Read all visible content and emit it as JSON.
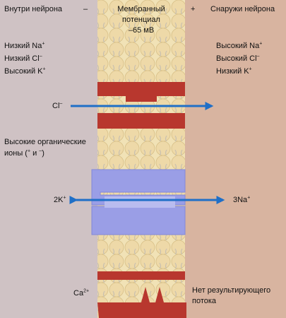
{
  "inside": {
    "title": "Внутри нейрона",
    "sign": "–",
    "na": {
      "base": "Низкий Na",
      "sup": "+"
    },
    "cl": {
      "base": "Низкий Cl",
      "sup": "–"
    },
    "k": {
      "base": "Высокий K",
      "sup": "+"
    },
    "organic_line1": "Высокие органические",
    "organic_line2": {
      "pre": "ионы) (",
      "sup1": "+",
      "mid": " и ",
      "sup2": "–",
      "post": ")"
    }
  },
  "outside": {
    "title": "Снаружи нейрона",
    "sign": "+",
    "na": {
      "base": "Высокий Na",
      "sup": "+"
    },
    "cl": {
      "base": "Высокий Cl",
      "sup": "–"
    },
    "k": {
      "base": "Низкий K",
      "sup": "+"
    }
  },
  "membrane": {
    "line1": "Мембранный",
    "line2": "потенциал",
    "line3": "–65 мВ"
  },
  "ions": {
    "cl": {
      "base": "Cl",
      "sup": "–"
    },
    "k": {
      "base": "2K",
      "sup": "+"
    },
    "na": {
      "base": "3Na",
      "sup": "+"
    },
    "ca": {
      "base": "Ca",
      "sup": "2+"
    }
  },
  "net_flow": {
    "line1": "Нет результирующего",
    "line2": "потока"
  },
  "colors": {
    "inside_bg": "#cfc2c4",
    "outside_bg": "#d8b4a0",
    "lipid": "#eed9a8",
    "channel_red": "#b8372e",
    "pump_blue": "#9a9ee6",
    "arrow_blue": "#1f6fc7"
  }
}
